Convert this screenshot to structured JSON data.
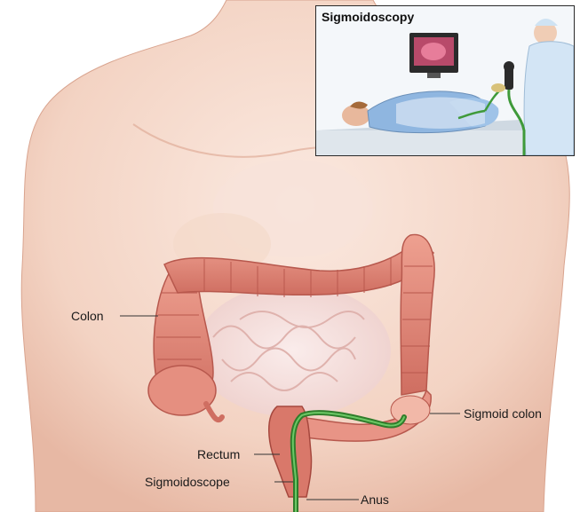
{
  "labels": {
    "colon": "Colon",
    "sigmoid_colon": "Sigmoid colon",
    "rectum": "Rectum",
    "sigmoidoscope": "Sigmoidoscope",
    "anus": "Anus"
  },
  "inset": {
    "title": "Sigmoidoscopy"
  },
  "colors": {
    "skin": "#f6d9cc",
    "skin_shadow": "#e9b9a6",
    "colon": "#e08a7a",
    "colon_dark": "#c8655a",
    "intestine": "#f3d7d2",
    "scope": "#3f9a3a",
    "inset_border": "#2a2a2a"
  }
}
